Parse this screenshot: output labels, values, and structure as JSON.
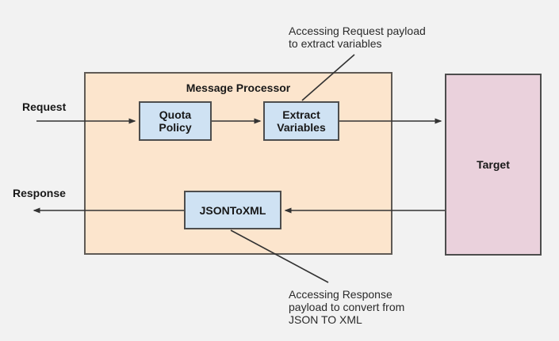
{
  "diagram": {
    "message_processor": {
      "title": "Message Processor"
    },
    "flow_labels": {
      "request": "Request",
      "response": "Response"
    },
    "nodes": {
      "quota_policy": "Quota\nPolicy",
      "extract_variables": "Extract\nVariables",
      "json_to_xml": "JSONToXML",
      "target": "Target"
    },
    "annotations": {
      "request_payload": "Accessing Request payload\nto extract variables",
      "response_payload": "Accessing Response\npayload to convert from\nJSON TO XML"
    },
    "colors": {
      "canvas_bg": "#f2f2f2",
      "message_processor_fill": "#fce5cd",
      "policy_fill": "#cfe2f3",
      "target_fill": "#ead1dc",
      "connector": "#333333",
      "border": "#4d4d4d"
    }
  }
}
